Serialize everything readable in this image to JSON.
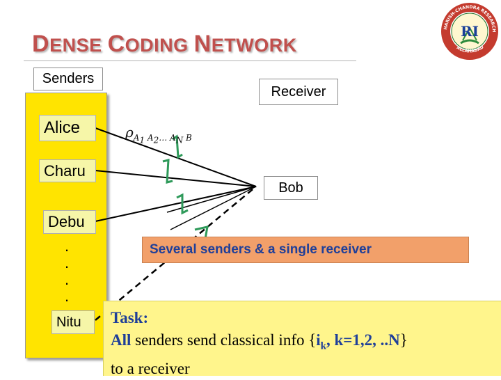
{
  "slide": {
    "title_parts": [
      {
        "text": "D",
        "cls": "cap"
      },
      {
        "text": "ENSE ",
        "cls": "sm"
      },
      {
        "text": "C",
        "cls": "cap"
      },
      {
        "text": "ODING ",
        "cls": "sm"
      },
      {
        "text": "N",
        "cls": "cap"
      },
      {
        "text": "ETWORK",
        "cls": "sm"
      }
    ],
    "senders_label": "Senders",
    "receiver_label": "Receiver",
    "senders": [
      "Alice",
      "Charu",
      "Debu",
      "Nitu"
    ],
    "dots": [
      ".",
      ".",
      ".",
      "."
    ],
    "receiver_name": "Bob",
    "state_expr": {
      "rho": "ρ",
      "sub": [
        "A",
        "1",
        " A",
        "2",
        "… A",
        "N",
        " B"
      ]
    },
    "note": "Several senders & a single receiver",
    "task": {
      "label": "Task:",
      "line1_all": "All",
      "line1_rest": " senders send classical info {",
      "i_letter": "i",
      "k_sub": "k",
      "k_range": ", k=1,2, ..N",
      "close_brace": "}",
      "line2": "to a receiver"
    },
    "logo": {
      "text_top": "HARISH-CHANDRA RESEARCH INSTITUTE",
      "text_bottom": "ALLAHABAD",
      "monogram": "RI"
    }
  },
  "colors": {
    "title": "#c0504d",
    "panel": "#ffe400",
    "note_bg": "#f2a06a",
    "note_text": "#1f3f99",
    "task_bg": "#fff58c",
    "channel_marks": "#2e9a5a"
  }
}
